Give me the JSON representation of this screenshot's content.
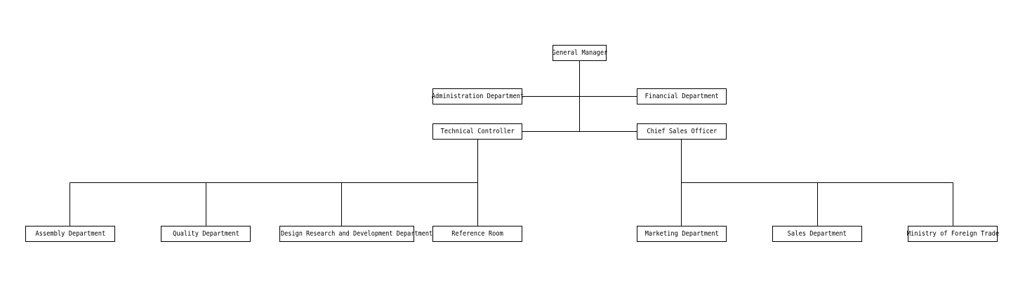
{
  "nodes": {
    "general_manager": "General Manager",
    "administration": "Administration Department",
    "financial": "Financial Department",
    "technical_controller": "Technical Controller",
    "chief_sales_officer": "Chief Sales Officer",
    "assembly": "Assembly Department",
    "quality": "Quality Department",
    "design_rd": "Design Research and Development Department",
    "reference_room": "Reference Room",
    "marketing": "Marketing Department",
    "sales": "Sales Department",
    "foreign_trade": "Ministry of Foreign Trade"
  },
  "colors": {
    "line": "#000000",
    "box_border": "#000000",
    "background": "#ffffff"
  }
}
